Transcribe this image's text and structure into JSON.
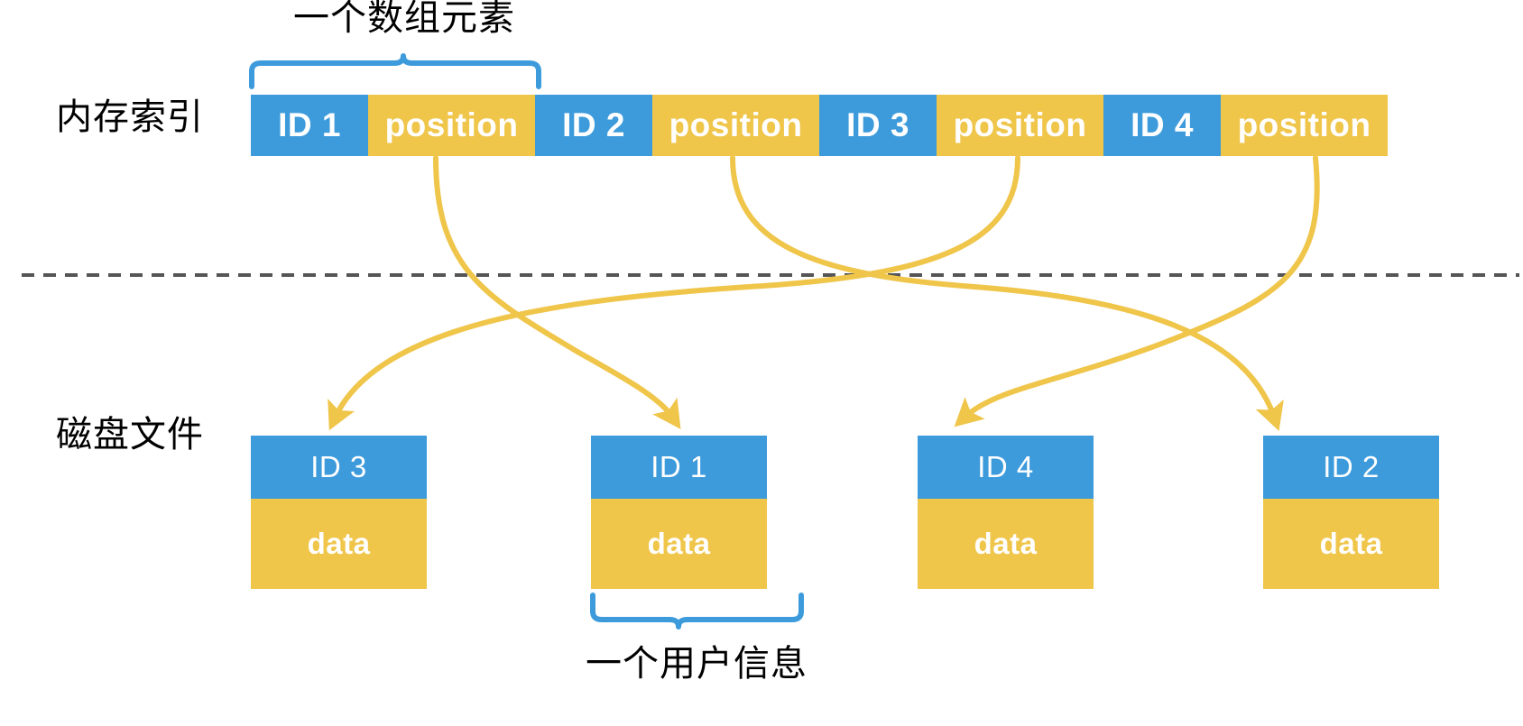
{
  "colors": {
    "blue": "#3d9bdc",
    "yellow": "#efc54a",
    "arrow": "#efc54a",
    "brace": "#3d9bdc",
    "divider": "#555555",
    "text": "#000000",
    "on_fill_text": "#ffffff",
    "background": "#ffffff"
  },
  "labels": {
    "memory_index": "内存索引",
    "disk_file": "磁盘文件"
  },
  "captions": {
    "array_element": "一个数组元素",
    "user_info": "一个用户信息"
  },
  "index_bar": {
    "name": "memory-index-array",
    "segments": [
      {
        "kind": "id",
        "text": "ID 1"
      },
      {
        "kind": "position",
        "text": "position"
      },
      {
        "kind": "id",
        "text": "ID 2"
      },
      {
        "kind": "position",
        "text": "position"
      },
      {
        "kind": "id",
        "text": "ID 3"
      },
      {
        "kind": "position",
        "text": "position"
      },
      {
        "kind": "id",
        "text": "ID 4"
      },
      {
        "kind": "position",
        "text": "position"
      }
    ]
  },
  "disk_blocks": [
    {
      "header": "ID 3",
      "body": "data"
    },
    {
      "header": "ID 1",
      "body": "data"
    },
    {
      "header": "ID 4",
      "body": "data"
    },
    {
      "header": "ID 2",
      "body": "data"
    }
  ],
  "mappings": [
    {
      "from_segment": "position (ID 1)",
      "to_block": "ID 1"
    },
    {
      "from_segment": "position (ID 2)",
      "to_block": "ID 2"
    },
    {
      "from_segment": "position (ID 3)",
      "to_block": "ID 3"
    },
    {
      "from_segment": "position (ID 4)",
      "to_block": "ID 4"
    }
  ],
  "divider": {
    "style": "dashed",
    "name": "memory-disk-divider"
  },
  "icons": {
    "top_brace": "curly-brace-up-icon",
    "bottom_brace": "curly-brace-down-icon",
    "arrow": "curved-arrow-icon"
  }
}
